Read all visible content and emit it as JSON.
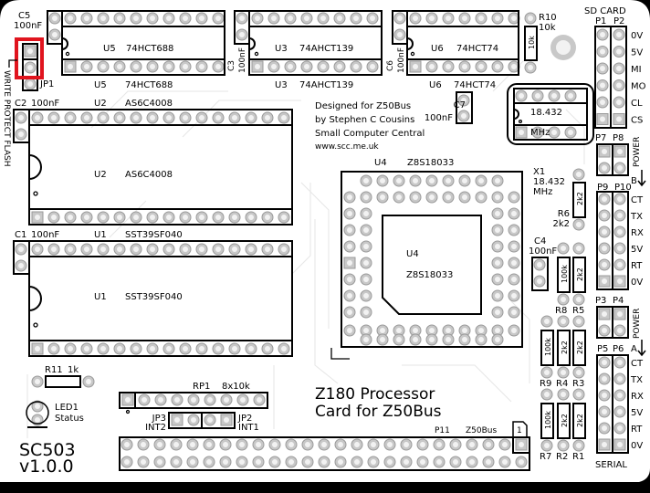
{
  "board": {
    "name": "SC503",
    "version": "v1.0.0",
    "title_line1": "Z180 Processor",
    "title_line2": "Card for Z50Bus",
    "credits": [
      "Designed for Z50Bus",
      "by Stephen C Cousins",
      "Small Computer Central",
      "www.scc.me.uk"
    ],
    "highlight_color": "#e0141e"
  },
  "chips": {
    "u5": {
      "ref": "U5",
      "part": "74HCT688"
    },
    "u3": {
      "ref": "U3",
      "part": "74AHCT139"
    },
    "u6": {
      "ref": "U6",
      "part": "74HCT74"
    },
    "u2": {
      "ref": "U2",
      "part": "AS6C4008"
    },
    "u1": {
      "ref": "U1",
      "part": "SST39SF040"
    },
    "u4": {
      "ref": "U4",
      "part": "Z8S18033"
    }
  },
  "caps": {
    "c1": {
      "ref": "C1",
      "value": "100nF"
    },
    "c2": {
      "ref": "C2",
      "value": "100nF"
    },
    "c3": {
      "ref": "C3",
      "value": "100nF"
    },
    "c4": {
      "ref": "C4",
      "value": "100nF"
    },
    "c5": {
      "ref": "C5",
      "value": "100nF"
    },
    "c6": {
      "ref": "C6",
      "value": "100nF"
    },
    "c7": {
      "ref": "C7",
      "value": "100nF"
    }
  },
  "resistors": {
    "r1": {
      "ref": "R1",
      "value": "2k2"
    },
    "r2": {
      "ref": "R2",
      "value": "2k2"
    },
    "r3": {
      "ref": "R3",
      "value": "2k2"
    },
    "r4": {
      "ref": "R4",
      "value": "2k2"
    },
    "r5": {
      "ref": "R5",
      "value": "2k2"
    },
    "r6": {
      "ref": "R6",
      "value": "2k2"
    },
    "r7": {
      "ref": "R7",
      "value": "100k"
    },
    "r8": {
      "ref": "R8",
      "value": "100k"
    },
    "r9": {
      "ref": "R9",
      "value": "100k"
    },
    "r10": {
      "ref": "R10",
      "value": "10k"
    },
    "r11": {
      "ref": "R11",
      "value": "1k"
    },
    "rp1": {
      "ref": "RP1",
      "value": "8x10k"
    }
  },
  "crystal": {
    "ref": "X1",
    "freq": "18.432",
    "unit": "MHz"
  },
  "led": {
    "ref": "LED1",
    "label": "Status"
  },
  "jumpers": {
    "jp1": {
      "ref": "JP1",
      "label": "WRITE PROTECT FLASH"
    },
    "jp2": {
      "ref": "JP2",
      "label": "INT1"
    },
    "jp3": {
      "ref": "JP3",
      "label": "INT2"
    }
  },
  "headers": {
    "sd_card": {
      "title": "SD CARD",
      "left": "P1",
      "right": "P2",
      "pins": [
        "0V",
        "5V",
        "MI",
        "MO",
        "CL",
        "CS"
      ]
    },
    "power_b": {
      "left": "P7",
      "right": "P8",
      "label": "POWER",
      "side": "B"
    },
    "serial_b": {
      "left": "P9",
      "right": "P10",
      "pins": [
        "CT",
        "TX",
        "RX",
        "5V",
        "RT",
        "0V"
      ]
    },
    "power_a": {
      "left": "P3",
      "right": "P4",
      "label": "POWER",
      "side": "A"
    },
    "serial_a": {
      "left": "P5",
      "right": "P6",
      "pins": [
        "CT",
        "TX",
        "RX",
        "5V",
        "RT",
        "0V"
      ],
      "title": "SERIAL"
    },
    "bus": {
      "ref": "P11",
      "name": "Z50Bus",
      "pin1": "1"
    }
  },
  "resistor_body_labels": {
    "r10": "10k",
    "r6": "2k2",
    "r8": "100k",
    "r5": "2k2",
    "r9": "100k",
    "r4": "2k2",
    "r3": "2k2",
    "r7": "100k",
    "r2": "2k2",
    "r1": "2k2"
  }
}
